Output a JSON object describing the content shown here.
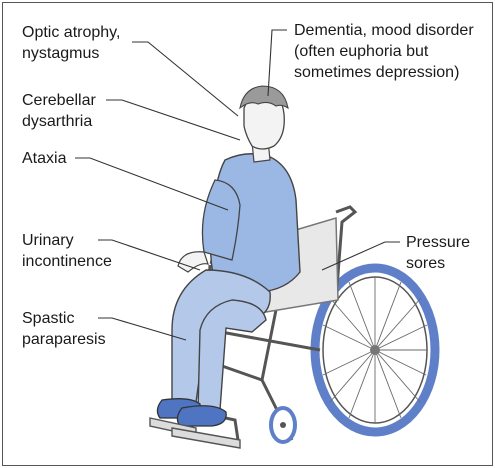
{
  "labels": {
    "optic": "Optic atrophy,\nnystagmus",
    "cerebellar": "Cerebellar\ndysarthria",
    "ataxia": "Ataxia",
    "urinary": "Urinary\nincontinence",
    "spastic": "Spastic\nparaparesis",
    "dementia": "Dementia, mood disorder\n(often euphoria but\nsometimes depression)",
    "pressure": "Pressure\nsores"
  },
  "colors": {
    "skin": "#f3f3f3",
    "shirt": "#9bb7e3",
    "trousers": "#b4c8ea",
    "shoes": "#4e74c2",
    "hair": "#9a9a9a",
    "leader": "#333333",
    "wheelchair": "#555555",
    "tyre": "#5f7fc8"
  }
}
